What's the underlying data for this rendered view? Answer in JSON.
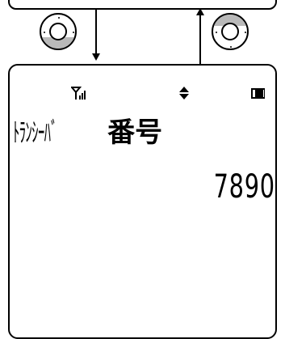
{
  "device": {
    "top_screen": {},
    "navigation": {
      "left_dpad_icon": "dpad-press-down-icon",
      "right_dpad_icon": "dpad-press-up-icon",
      "left_arrow": "arrow-down",
      "right_arrow": "arrow-up"
    },
    "screen": {
      "status_bar": {
        "signal_icon": "signal-antenna-icon",
        "scroll_icon": "up-down-arrows-icon",
        "battery_icon": "battery-icon"
      },
      "label_kana": "ﾄﾗﾝｼｰﾊﾞ",
      "label_kanji": "番号",
      "value": "7890"
    }
  }
}
